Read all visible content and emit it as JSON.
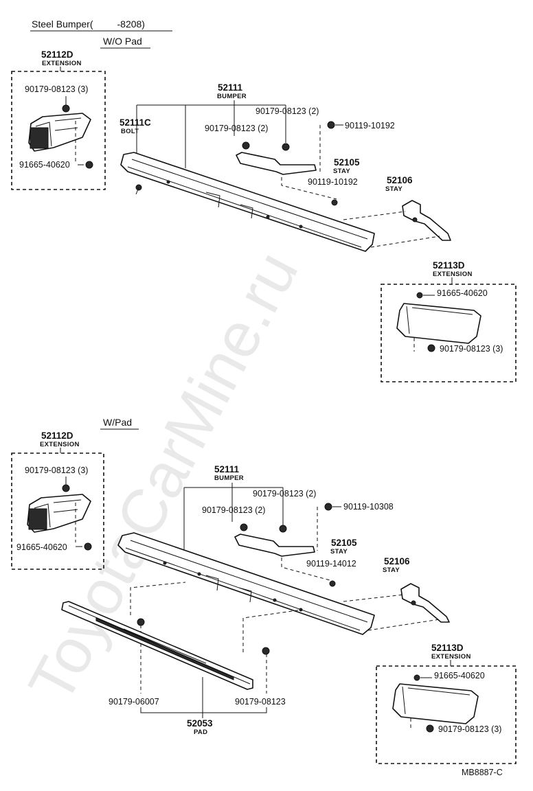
{
  "watermark": "ToyotaCarMine.ru",
  "header": {
    "title": "Steel Bumper(         -8208)",
    "wo_pad": "W/O Pad",
    "w_pad": "W/Pad"
  },
  "top": {
    "ext_left_pn": "52112D",
    "ext_left_name": "EXTENSION",
    "ext_left_nut": "90179-08123 (3)",
    "ext_left_bolt": "91665-40620",
    "bumper_pn": "52111",
    "bumper_name": "BUMPER",
    "bolt_pn": "52111C",
    "bolt_name": "BOLT",
    "nut_a": "90179-08123 (2)",
    "nut_b": "90179-08123 (2)",
    "bolt_r1": "90119-10192",
    "stay_l_pn": "52105",
    "stay_l_name": "STAY",
    "bolt_r2": "90119-10192",
    "stay_r_pn": "52106",
    "stay_r_name": "STAY",
    "ext_right_pn": "52113D",
    "ext_right_name": "EXTENSION",
    "ext_right_bolt": "91665-40620",
    "ext_right_nut": "90179-08123 (3)"
  },
  "bottom": {
    "ext_left_pn": "52112D",
    "ext_left_name": "EXTENSION",
    "ext_left_nut": "90179-08123 (3)",
    "ext_left_bolt": "91665-40620",
    "bumper_pn": "52111",
    "bumper_name": "BUMPER",
    "nut_a": "90179-08123 (2)",
    "nut_b": "90179-08123 (2)",
    "bolt_r1": "90119-10308",
    "stay_l_pn": "52105",
    "stay_l_name": "STAY",
    "bolt_r2": "90119-14012",
    "stay_r_pn": "52106",
    "stay_r_name": "STAY",
    "pad_nut_l": "90179-06007",
    "pad_nut_r": "90179-08123",
    "pad_pn": "52053",
    "pad_name": "PAD",
    "ext_right_pn": "52113D",
    "ext_right_name": "EXTENSION",
    "ext_right_bolt": "91665-40620",
    "ext_right_nut": "90179-08123 (3)"
  },
  "figure_id": "MB8887-C"
}
